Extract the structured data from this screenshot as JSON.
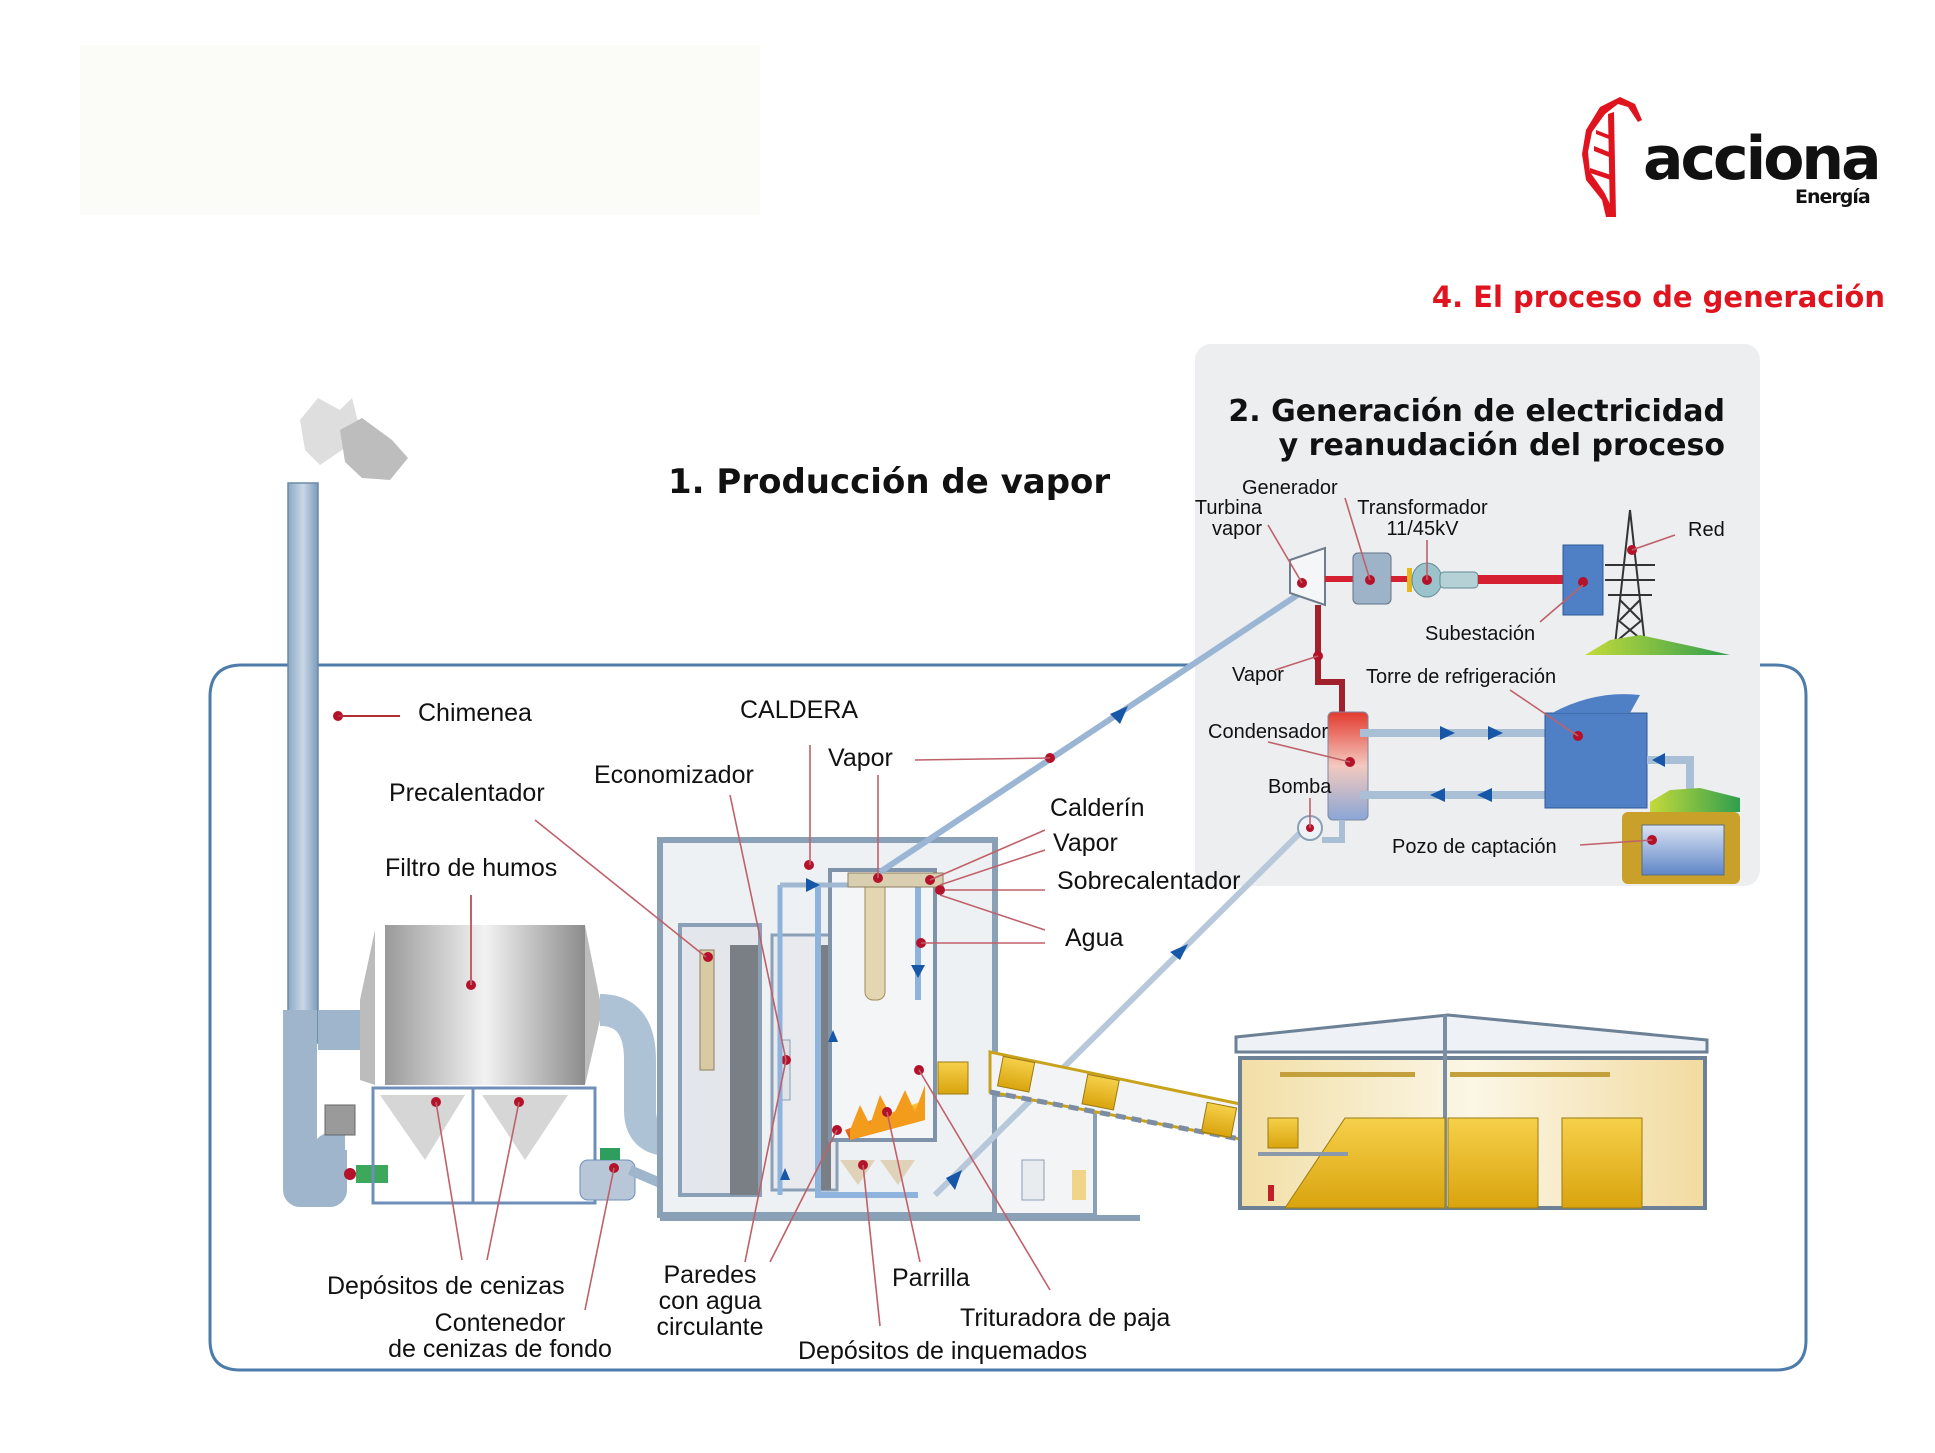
{
  "header": {
    "brand": "acciona",
    "brand_sub": "Energía",
    "section_title": "4. El proceso de generación",
    "brand_color": "#e0141e"
  },
  "stage1": {
    "title": "1. Producción de vapor",
    "labels": {
      "chimenea": "Chimenea",
      "caldera": "CALDERA",
      "vapor_top": "Vapor",
      "economizador": "Economizador",
      "precalentador": "Precalentador",
      "filtro": "Filtro de humos",
      "calderin": "Calderín",
      "vapor_mid": "Vapor",
      "sobrecalentador": "Sobrecalentador",
      "agua": "Agua",
      "depositos_cenizas": "Depósitos de cenizas",
      "contenedor_1": "Contenedor",
      "contenedor_2": "de cenizas de fondo",
      "paredes_1": "Paredes",
      "paredes_2": "con agua",
      "paredes_3": "circulante",
      "parrilla": "Parrilla",
      "trituradora": "Trituradora de paja",
      "inquemados": "Depósitos de inquemados"
    }
  },
  "stage2": {
    "title_line1": "2. Generación de electricidad",
    "title_line2": "y reanudación del proceso",
    "labels": {
      "generador": "Generador",
      "turbina_1": "Turbina",
      "turbina_2": "vapor",
      "transformador_1": "Transformador",
      "transformador_2": "11/45kV",
      "red": "Red",
      "subestacion": "Subestación",
      "vapor": "Vapor",
      "torre": "Torre de refrigeración",
      "condensador": "Condensador",
      "bomba": "Bomba",
      "pozo": "Pozo de captación"
    }
  },
  "colors": {
    "pipe_blue": "#6f9ccc",
    "frame_blue": "#3f6e9e",
    "leader_red": "#b0303a",
    "marker_red": "#b3122a",
    "straw_yellow": "#e6b820",
    "equipment_blue": "#4f7fc4",
    "panel_gray": "#eceef0",
    "power_red": "#d42030",
    "arrow_blue": "#1657a8"
  }
}
